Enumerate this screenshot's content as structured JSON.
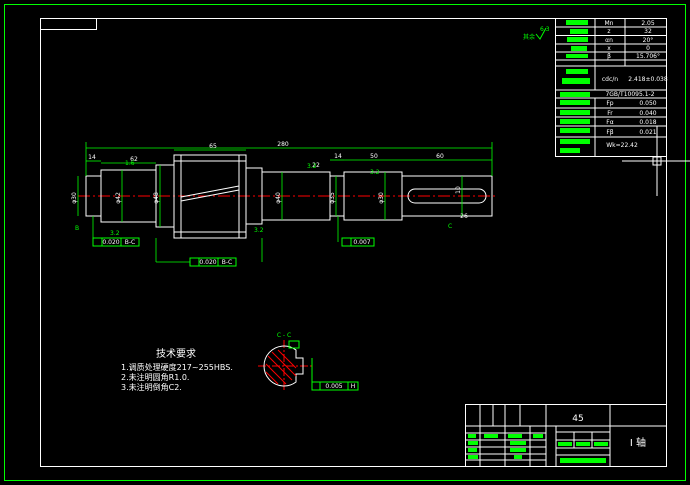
{
  "drawing": {
    "roughness_note": "其余",
    "roughness_value": "6.3",
    "material": "45",
    "part_name": "I  轴",
    "section_label": "C - C",
    "section_mark": "C"
  },
  "tech_requirements": {
    "title": "技术要求",
    "items": [
      "1.调质处理硬度217~255HBS.",
      "2.未注明圆角R1.0.",
      "3.未注明倒角C2."
    ]
  },
  "param_table": {
    "rows": [
      {
        "symbol": "Mn",
        "value": "2.05"
      },
      {
        "symbol": "z",
        "value": "32"
      },
      {
        "symbol": "αn",
        "value": "20°"
      },
      {
        "symbol": "x",
        "value": "0"
      },
      {
        "symbol": "β",
        "value": "15.706°"
      }
    ],
    "row_b": "2.418±0.038",
    "row_b_sym": "cdc/n",
    "std": "7GB/T10095.1-2",
    "tol_rows": [
      {
        "symbol": "Fp",
        "value": "0.050"
      },
      {
        "symbol": "Fr",
        "value": "0.040"
      },
      {
        "symbol": "Fα",
        "value": "0.018"
      },
      {
        "symbol": "Fβ",
        "value": "0.021"
      }
    ],
    "last": "Wk=22.42"
  },
  "dimensions": {
    "overall": "280",
    "d14a": "14",
    "d62": "62",
    "d65": "65",
    "d22": "22",
    "d14b": "14",
    "d50": "50",
    "d60": "60",
    "phi30": "φ30",
    "phi42": "φ42",
    "phi48": "φ48",
    "phi40": "φ40",
    "phi35": "φ35",
    "phi30b": "φ30",
    "key": "10",
    "key2": "26",
    "r32a": "3.2",
    "r32b": "3.2",
    "r32c": "3.2",
    "r32d": "3.2",
    "r16": "1.6"
  },
  "tolerances": {
    "t1": "0.020",
    "t1ref": "B-C",
    "t2": "0.020",
    "t2ref": "B-C",
    "t3": "0.007",
    "t4": "0.005",
    "t4ref": "H",
    "datum_b": "B",
    "datum_c": "C"
  },
  "colors": {
    "border": "#00ff00",
    "line": "#ffffff",
    "dim": "#00ff00",
    "center": "#ff0000",
    "hatch": "#ff0000"
  }
}
